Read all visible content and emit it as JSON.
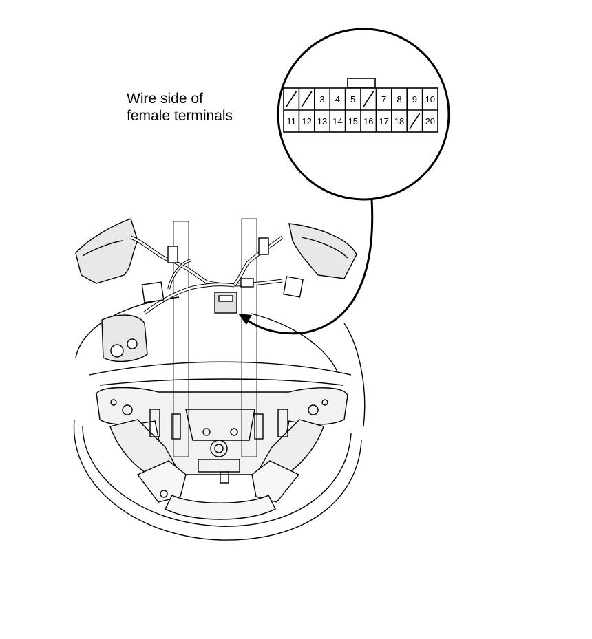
{
  "caption": {
    "line1": "Wire side of",
    "line2": "female terminals"
  },
  "connector": {
    "row1": [
      "",
      "",
      "3",
      "4",
      "5",
      "",
      "7",
      "8",
      "9",
      "10"
    ],
    "row2": [
      "11",
      "12",
      "13",
      "14",
      "15",
      "16",
      "17",
      "18",
      "",
      "20"
    ],
    "unused_terminals": [
      "1",
      "2",
      "6",
      "19"
    ]
  },
  "colors": {
    "line": "#000000",
    "background": "#ffffff"
  }
}
